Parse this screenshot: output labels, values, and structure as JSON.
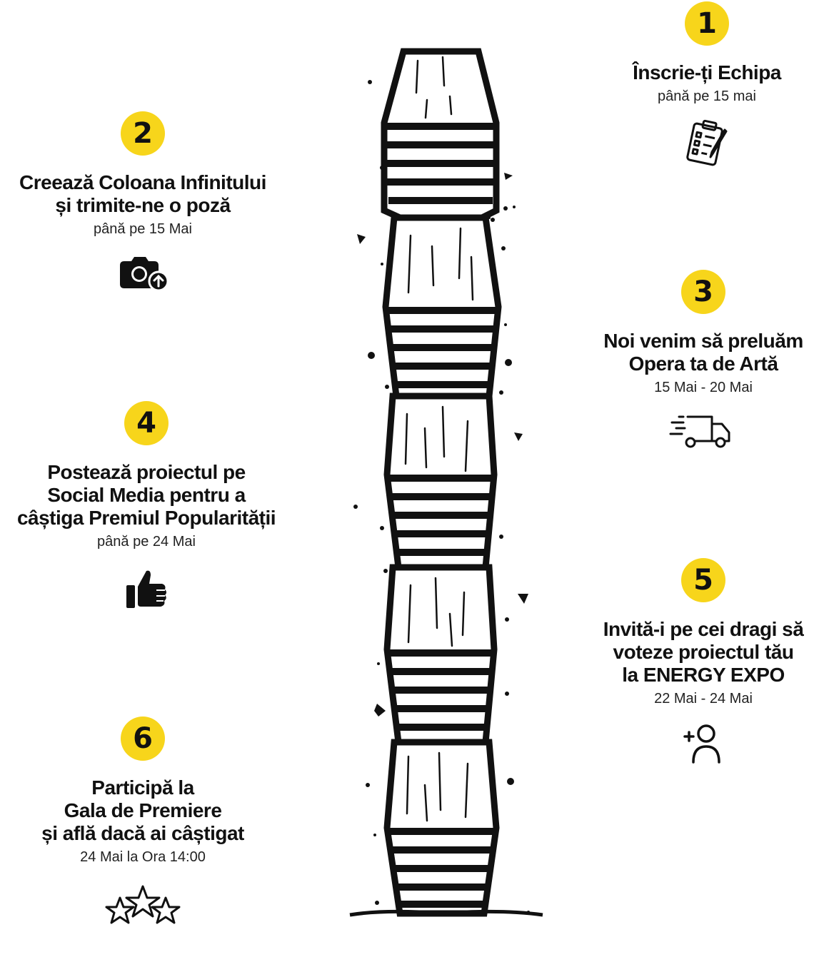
{
  "steps": [
    {
      "number": "1",
      "title": [
        "Înscrie-ți Echipa"
      ],
      "date": "până pe 15 mai",
      "icon": "checklist-icon"
    },
    {
      "number": "2",
      "title": [
        "Creează Coloana Infinitului",
        "și trimite-ne o poză"
      ],
      "date": "până pe 15 Mai",
      "icon": "camera-upload-icon"
    },
    {
      "number": "3",
      "title": [
        "Noi venim să preluăm",
        "Opera ta de Artă"
      ],
      "date": "15 Mai - 20 Mai",
      "icon": "delivery-truck-icon"
    },
    {
      "number": "4",
      "title": [
        "Postează proiectul pe",
        "Social Media pentru a",
        "câștiga Premiul  Popularității"
      ],
      "date": "până pe 24 Mai",
      "icon": "thumbs-up-icon"
    },
    {
      "number": "5",
      "title": [
        "Invită-i pe cei dragi să",
        "voteze proiectul tău",
        "la ENERGY EXPO"
      ],
      "date": "22 Mai - 24 Mai",
      "icon": "add-user-icon"
    },
    {
      "number": "6",
      "title": [
        "Participă la",
        "Gala de Premiere",
        "și află dacă ai câștigat"
      ],
      "date": "24 Mai la Ora 14:00",
      "icon": "three-stars-icon"
    }
  ],
  "colors": {
    "badge": "#f7d51b",
    "ink": "#111111"
  }
}
